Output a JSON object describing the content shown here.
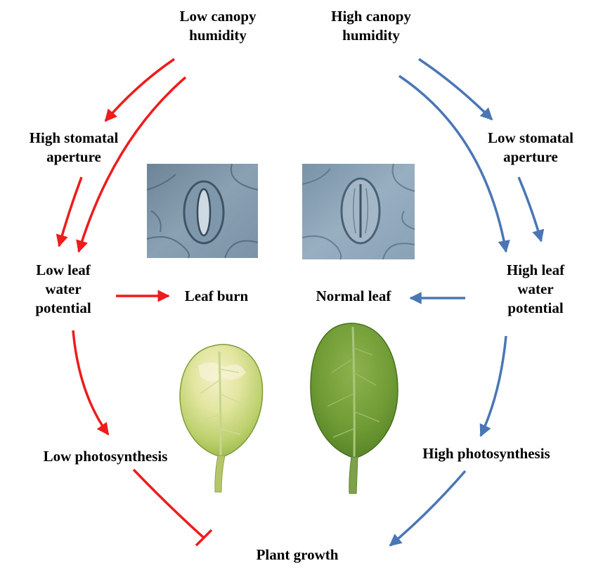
{
  "diagram": {
    "low_path": {
      "color": "#ee1c1c",
      "canopy": [
        "Low canopy",
        "humidity"
      ],
      "stomata": [
        "High stomatal",
        "aperture"
      ],
      "water": [
        "Low leaf",
        "water",
        "potential"
      ],
      "outcome": "Leaf burn",
      "photosynthesis": "Low photosynthesis"
    },
    "high_path": {
      "color": "#4a76b5",
      "canopy": [
        "High canopy",
        "humidity"
      ],
      "stomata": [
        "Low stomatal",
        "aperture"
      ],
      "water": [
        "High leaf",
        "water",
        "potential"
      ],
      "outcome": "Normal leaf",
      "photosynthesis": "High photosynthesis"
    },
    "result": "Plant growth",
    "images": [
      "open-stomata-micrograph",
      "closed-stomata-micrograph",
      "burned-leaf-photo",
      "normal-leaf-photo"
    ]
  }
}
